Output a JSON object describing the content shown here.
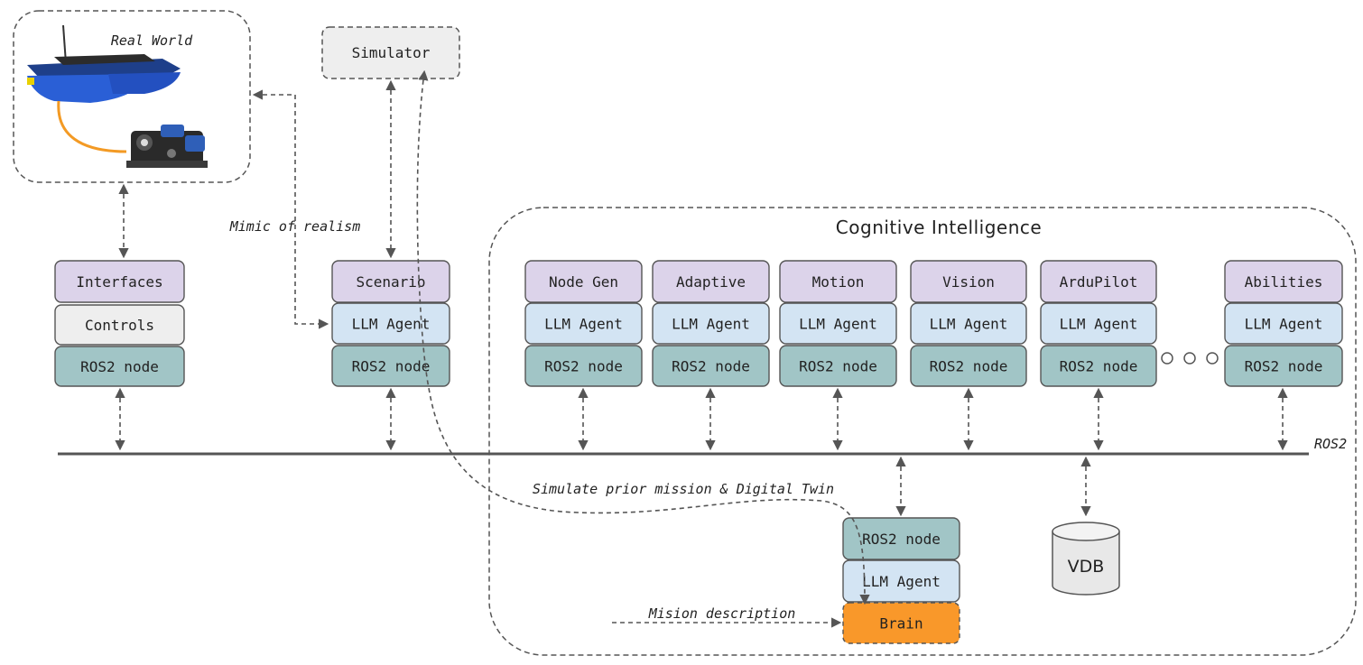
{
  "real_world": {
    "label": "Real World"
  },
  "simulator": {
    "label": "Simulator"
  },
  "mimic_label": "Mimic of realism",
  "cognitive_title": "Cognitive Intelligence",
  "bus_label": "ROS2",
  "digital_twin_label": "Simulate prior mission & Digital Twin",
  "mission_label": "Mision description",
  "interfaces_stack": {
    "top": "Interfaces",
    "middle": "Controls",
    "bottom": "ROS2 node"
  },
  "scenario_stack": {
    "top": "Scenario",
    "middle": "LLM Agent",
    "bottom": "ROS2 node"
  },
  "agent_stacks": [
    {
      "top": "Node Gen",
      "middle": "LLM Agent",
      "bottom": "ROS2 node"
    },
    {
      "top": "Adaptive",
      "middle": "LLM Agent",
      "bottom": "ROS2 node"
    },
    {
      "top": "Motion",
      "middle": "LLM Agent",
      "bottom": "ROS2 node"
    },
    {
      "top": "Vision",
      "middle": "LLM Agent",
      "bottom": "ROS2 node"
    },
    {
      "top": "ArduPilot",
      "middle": "LLM Agent",
      "bottom": "ROS2 node"
    },
    {
      "top": "Abilities",
      "middle": "LLM Agent",
      "bottom": "ROS2 node"
    }
  ],
  "brain_stack": {
    "top": "ROS2 node",
    "middle": "LLM Agent",
    "bottom": "Brain"
  },
  "vdb": {
    "label": "VDB"
  },
  "colors": {
    "purple": "#dcd3ea",
    "blue": "#d3e4f3",
    "teal": "#a1c5c6",
    "gray": "#eeeeee",
    "orange": "#f9982a",
    "stroke": "#555555"
  }
}
